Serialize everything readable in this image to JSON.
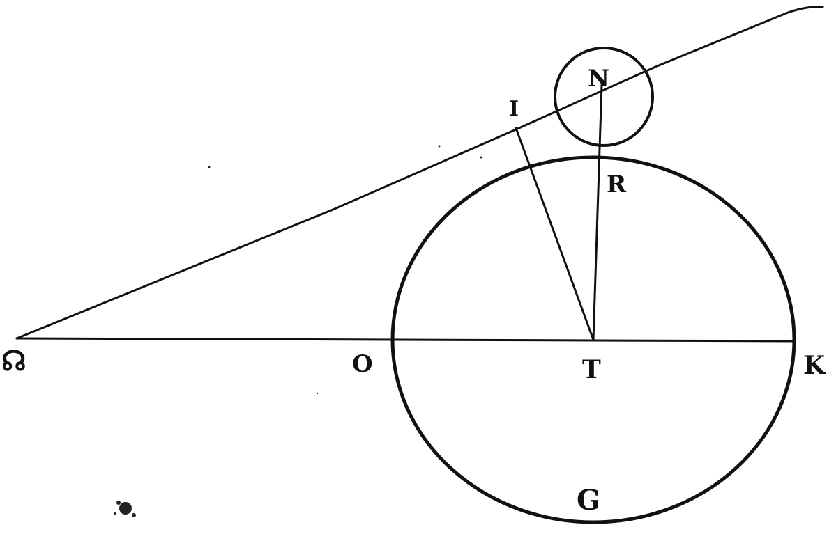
{
  "figure": {
    "labels": {
      "node_symbol": "☊",
      "n": "N",
      "i": "I",
      "r": "R",
      "o": "O",
      "t": "T",
      "k": "K",
      "g": "G"
    },
    "ink_color": "#111111",
    "paper_color": "#ffffff"
  }
}
